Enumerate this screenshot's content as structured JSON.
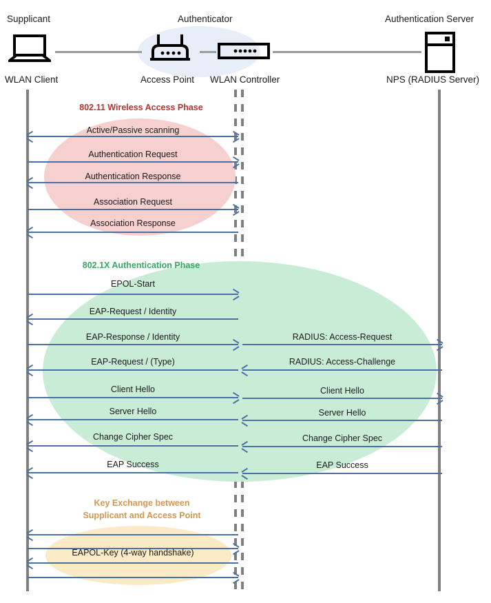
{
  "diagram": {
    "title": "802.1X WLAN authentication sequence",
    "colors": {
      "arrow": "#4a6fa5",
      "lifeline": "#7f7f7f",
      "phase_80211": "#b5332e",
      "phase_8021x": "#35a862",
      "phase_key": "#d4974f",
      "blob_pink": "#f6cfcf",
      "blob_green": "#c9ecd7",
      "blob_orange": "#fbeac6",
      "blob_authenticator": "#e8eef8"
    }
  },
  "actors": [
    {
      "role": "Supplicant",
      "device": "WLAN Client",
      "icon": "laptop-icon"
    },
    {
      "role": "Authenticator",
      "device": "Access Point",
      "icon": "access-point-icon"
    },
    {
      "role": "",
      "device": "WLAN Controller",
      "icon": "wlan-controller-icon"
    },
    {
      "role": "Authentication Server",
      "device": "NPS (RADIUS Server)",
      "icon": "server-icon"
    }
  ],
  "phases": [
    {
      "id": "wireless-access",
      "label": "802.11 Wireless Access Phase",
      "color": "#b5332e",
      "messages": [
        {
          "text": "Active/Passive scanning",
          "dir": "both",
          "lane": "left"
        },
        {
          "text": "Authentication Request",
          "dir": "right",
          "lane": "left"
        },
        {
          "text": "Authentication Response",
          "dir": "left",
          "lane": "left"
        },
        {
          "text": "Association Request",
          "dir": "right",
          "lane": "left"
        },
        {
          "text": "Association Response",
          "dir": "left",
          "lane": "left"
        }
      ]
    },
    {
      "id": "dot1x-authentication",
      "label": "802.1X Authentication Phase",
      "color": "#35a862",
      "messages": [
        {
          "text": "EPOL-Start",
          "dir": "right",
          "lane": "left"
        },
        {
          "text": "EAP-Request / Identity",
          "dir": "left",
          "lane": "left"
        },
        {
          "text": "EAP-Response / Identity",
          "dir": "right",
          "lane": "left"
        },
        {
          "text": "RADIUS: Access-Request",
          "dir": "right",
          "lane": "right"
        },
        {
          "text": "EAP-Request / (Type)",
          "dir": "left",
          "lane": "left"
        },
        {
          "text": "RADIUS: Access-Challenge",
          "dir": "left",
          "lane": "right"
        },
        {
          "text": "Client Hello",
          "dir": "right",
          "lane": "left"
        },
        {
          "text": "Client Hello",
          "dir": "right",
          "lane": "right"
        },
        {
          "text": "Server Hello",
          "dir": "left",
          "lane": "left"
        },
        {
          "text": "Server Hello",
          "dir": "left",
          "lane": "right"
        },
        {
          "text": "Change Cipher Spec",
          "dir": "left",
          "lane": "left"
        },
        {
          "text": "Change Cipher Spec",
          "dir": "left",
          "lane": "right"
        },
        {
          "text": "EAP Success",
          "dir": "left",
          "lane": "left"
        },
        {
          "text": "EAP Success",
          "dir": "left",
          "lane": "right"
        }
      ]
    },
    {
      "id": "key-exchange",
      "label": "Key Exchange between\nSupplicant and Access Point",
      "color": "#d4974f",
      "messages": [
        {
          "text": "",
          "dir": "left",
          "lane": "left"
        },
        {
          "text": "",
          "dir": "right",
          "lane": "left"
        },
        {
          "text": "EAPOL-Key (4-way handshake)",
          "dir": "left",
          "lane": "left"
        },
        {
          "text": "",
          "dir": "right",
          "lane": "left"
        }
      ]
    }
  ]
}
